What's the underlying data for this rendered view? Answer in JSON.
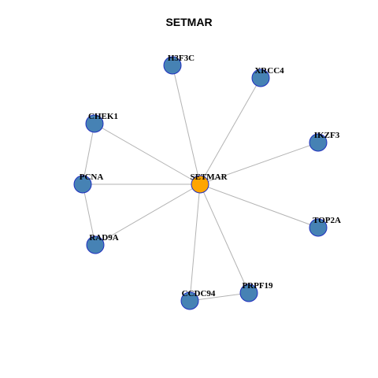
{
  "title": "SETMAR",
  "colors": {
    "center_fill": "#FFA500",
    "node_fill": "#4682B4",
    "node_stroke": "#1F2FBF",
    "edge": "#B3B3B3"
  },
  "nodes": [
    {
      "id": "SETMAR",
      "label": "SETMAR",
      "role": "center"
    },
    {
      "id": "H3F3C",
      "label": "H3F3C",
      "role": "neighbor"
    },
    {
      "id": "XRCC4",
      "label": "XRCC4",
      "role": "neighbor"
    },
    {
      "id": "CHEK1",
      "label": "CHEK1",
      "role": "neighbor"
    },
    {
      "id": "IKZF3",
      "label": "IKZF3",
      "role": "neighbor"
    },
    {
      "id": "PCNA",
      "label": "PCNA",
      "role": "neighbor"
    },
    {
      "id": "TOP2A",
      "label": "TOP2A",
      "role": "neighbor"
    },
    {
      "id": "RAD9A",
      "label": "RAD9A",
      "role": "neighbor"
    },
    {
      "id": "PRPF19",
      "label": "PRPF19",
      "role": "neighbor"
    },
    {
      "id": "CCDC94",
      "label": "CCDC94",
      "role": "neighbor"
    }
  ],
  "edges": [
    [
      "SETMAR",
      "H3F3C"
    ],
    [
      "SETMAR",
      "XRCC4"
    ],
    [
      "SETMAR",
      "CHEK1"
    ],
    [
      "SETMAR",
      "IKZF3"
    ],
    [
      "SETMAR",
      "PCNA"
    ],
    [
      "SETMAR",
      "TOP2A"
    ],
    [
      "SETMAR",
      "RAD9A"
    ],
    [
      "SETMAR",
      "PRPF19"
    ],
    [
      "SETMAR",
      "CCDC94"
    ],
    [
      "CHEK1",
      "PCNA"
    ],
    [
      "PCNA",
      "RAD9A"
    ],
    [
      "CCDC94",
      "PRPF19"
    ]
  ]
}
